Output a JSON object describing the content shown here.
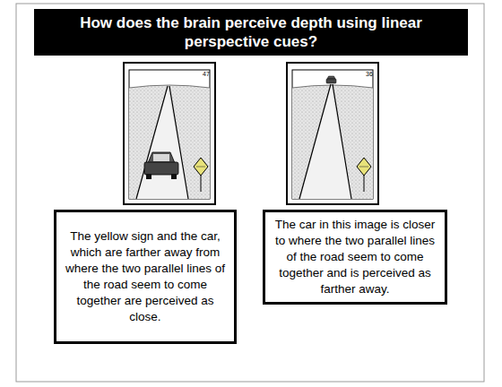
{
  "diagram": {
    "title": "How does the brain perceive depth using linear perspective cues?",
    "nodes": [
      {
        "text": [
          "The yellow sign and the car, which are farther away from where the two parallel lines of the road seem to come together are perceived as close."
        ]
      },
      {
        "text": [
          "The car in this image is closer to where the two parallel lines of the road seem to come together and is perceived as farther away."
        ]
      }
    ],
    "labels": [
      "47",
      "36"
    ]
  }
}
